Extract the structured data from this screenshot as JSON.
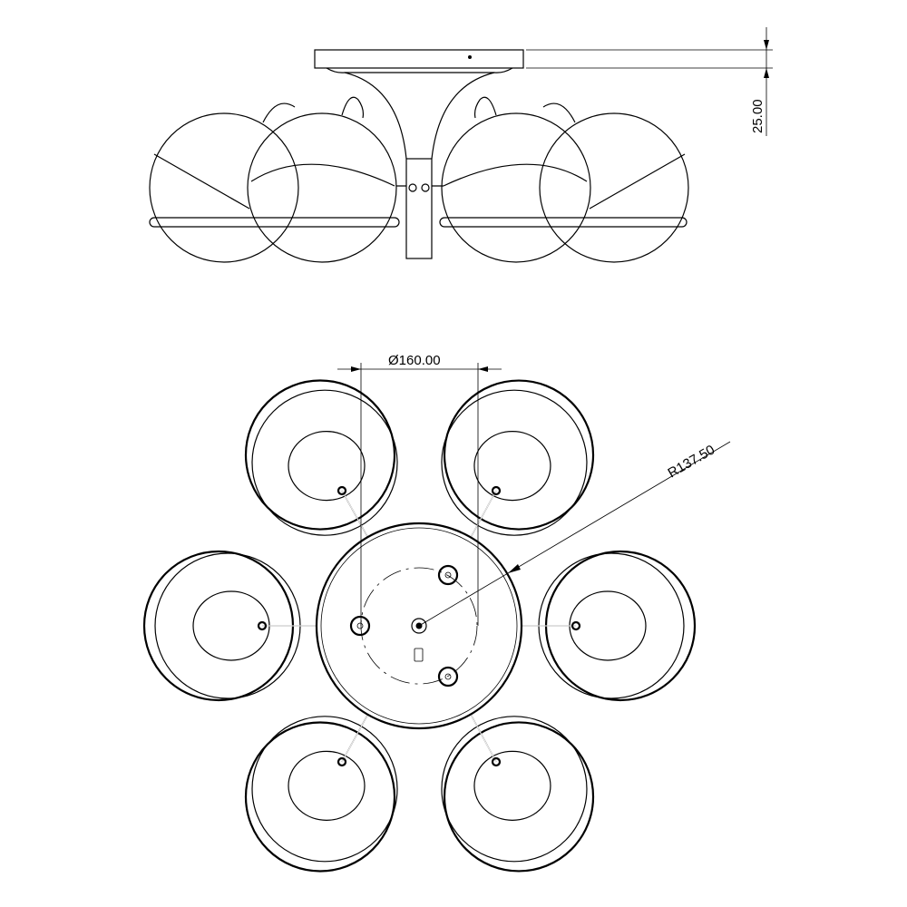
{
  "dimensions": {
    "height_label": "25.00",
    "diameter_label": "Ø160.00",
    "radius_label": "R137.50"
  },
  "colors": {
    "line": "#000000",
    "background": "#ffffff"
  }
}
